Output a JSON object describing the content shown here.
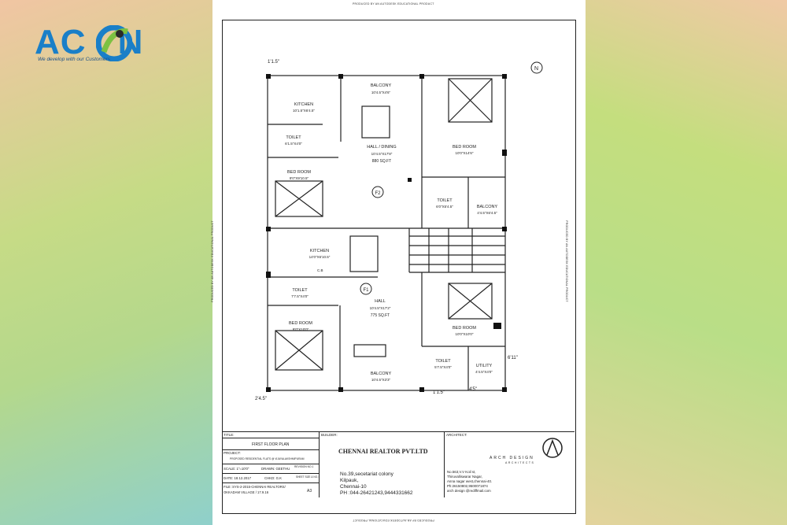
{
  "logo": {
    "text": "AC",
    "text2": "N",
    "tagline": "We develop with our Customers"
  },
  "sheet": {
    "edu_top": "PRODUCED BY AN AUTODESK EDUCATIONAL PRODUCT",
    "edu_bottom": "PRODUCED BY AN AUTODESK EDUCATIONAL PRODUCT",
    "edu_left": "PRODUCED BY AN AUTODESK EDUCATIONAL PRODUCT",
    "edu_right": "PRODUCED BY AN AUTODESK EDUCATIONAL PRODUCT"
  },
  "plan": {
    "north": "N",
    "dims": {
      "top_left": "1'1.5\"",
      "bottom_left": "2'4.5\"",
      "bottom_mid": "1'1.5\"",
      "bottom_mid2": "4'5\"",
      "right": "6'11\""
    },
    "rooms": [
      {
        "name": "BALCONY",
        "size": "10'4.5\"X4'6\""
      },
      {
        "name": "KITCHEN",
        "size": "10'1.5\"X6'4.5\""
      },
      {
        "name": "TOILET",
        "size": "6'1.5\"X4'0\""
      },
      {
        "name": "HALL / DINING",
        "size": "10'4.5\"X17'8\"",
        "area": "880 SQ.FT"
      },
      {
        "name": "BED ROOM",
        "size": "10'0\"X14'6\""
      },
      {
        "name": "BED ROOM",
        "size": "9'0\"X9'10.5\""
      },
      {
        "name": "TOILET",
        "size": "6'0\"X5'4.5\""
      },
      {
        "name": "BALCONY",
        "size": "4'4.5\"X6'4.5\""
      },
      {
        "name": "KITCHEN",
        "size": "14'0\"X6'10.5\""
      },
      {
        "name": "TOILET",
        "size": "7'7.5\"X4'0\""
      },
      {
        "name": "HALL",
        "size": "10'4.5\"X17'2\"",
        "area": "775 SQ.FT"
      },
      {
        "name": "BED ROOM",
        "size": "10'0\"X10'0\""
      },
      {
        "name": "BED ROOM",
        "size": "9'0\"X10'0\""
      },
      {
        "name": "BALCONY",
        "size": "10'4.5\"X3'3\""
      },
      {
        "name": "TOILET",
        "size": "5'7.5\"X4'0\""
      },
      {
        "name": "UTILITY",
        "size": "4'4.5\"X4'0\""
      }
    ],
    "flats": {
      "f1": "F1",
      "f2": "F2"
    },
    "cb": "C.B"
  },
  "titleblock": {
    "title_label": "TITLE:",
    "title": "FIRST FLOOR PLAN",
    "project_label": "PROJECT:",
    "project": "PROPOSED RESIDENTIAL FLATS @ VIJAYALAKSHMIPURAM",
    "scale": "SCALE: 1\"=10'0\"",
    "drawn": "DRAWN: GEETHU",
    "revision": "REVISION NO.1",
    "date": "DATE: 18.12.2017",
    "chkd": "CHKD: G.K",
    "sheet_size_label": "SHEET SIZE & NO.:",
    "sheet_size": "A3",
    "file1": "FILE :SYS-2-2015-CHENNAI REALTORS/",
    "file2": "OKKADAM VILLAGE / 17.9.16",
    "builder_label": "BUILDER:",
    "builder": "CHENNAI REALTOR PVT.LTD",
    "addr1": "No.39,secetariat colony",
    "addr2": "Kilpauk,",
    "addr3": "Chennai-10",
    "phone": "PH :044-26421243,9444331662",
    "architect_label": "ARCHITECT:",
    "arch_name": "ARCH DESIGN",
    "arch_sub": "ARCHITECTS",
    "arch_addr1": "No.563,V.V Koil st,",
    "arch_addr2": "Thiruvalliswarar Nagar,",
    "arch_addr3": "Anna nagar west,chennai-40.",
    "arch_addr4": "Ph:26150802,9500071874",
    "arch_addr5": "arch design @rediffmail.com"
  }
}
